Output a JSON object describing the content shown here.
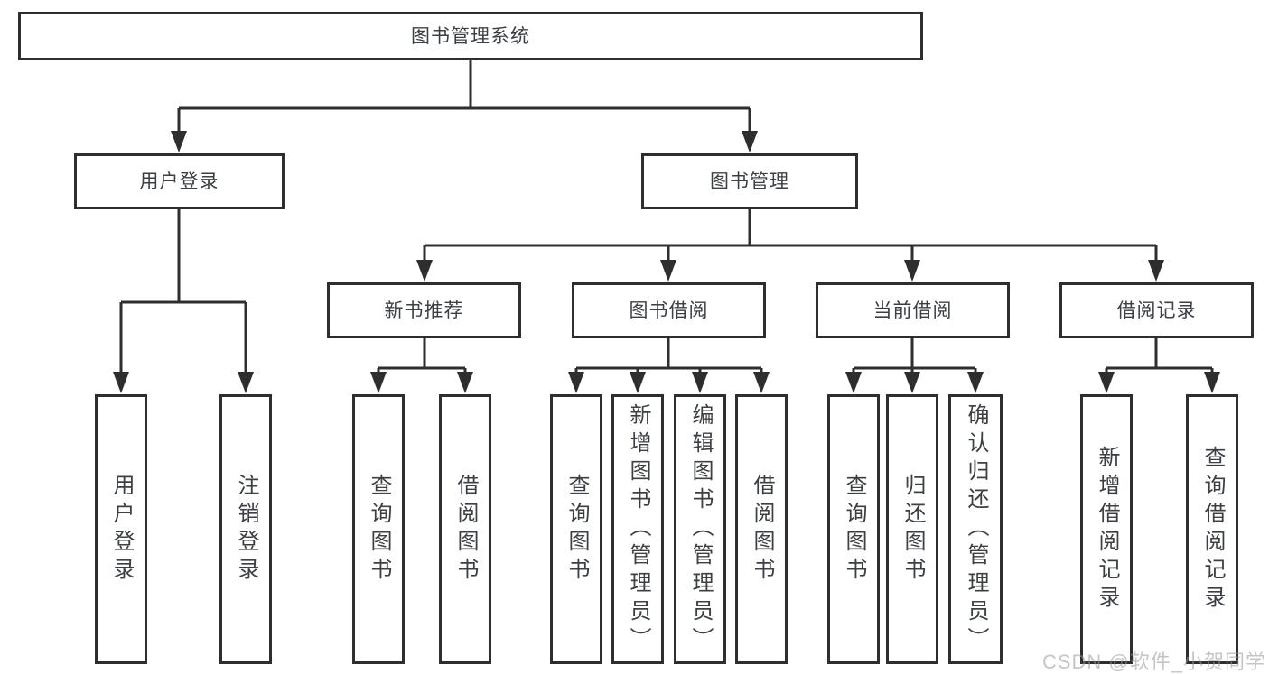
{
  "diagram": {
    "root": {
      "label": "图书管理系统"
    },
    "branches": [
      {
        "label": "用户登录",
        "children": [
          {
            "label": "用户登录"
          },
          {
            "label": "注销登录"
          }
        ]
      },
      {
        "label": "图书管理",
        "children": [
          {
            "label": "新书推荐",
            "children": [
              {
                "label": "查询图书"
              },
              {
                "label": "借阅图书"
              }
            ]
          },
          {
            "label": "图书借阅",
            "children": [
              {
                "label": "查询图书"
              },
              {
                "label": "新增图书（管理员）"
              },
              {
                "label": "编辑图书（管理员）"
              },
              {
                "label": "借阅图书"
              }
            ]
          },
          {
            "label": "当前借阅",
            "children": [
              {
                "label": "查询图书"
              },
              {
                "label": "归还图书"
              },
              {
                "label": "确认归还（管理员）"
              }
            ]
          },
          {
            "label": "借阅记录",
            "children": [
              {
                "label": "新增借阅记录"
              },
              {
                "label": "查询借阅记录"
              }
            ]
          }
        ]
      }
    ]
  },
  "colors": {
    "line": "#2e2e2e",
    "text": "#3c4045",
    "background": "#ffffff",
    "watermark": "#bdbdbd"
  },
  "watermark": {
    "text": "CSDN @软件_小贺同学"
  }
}
